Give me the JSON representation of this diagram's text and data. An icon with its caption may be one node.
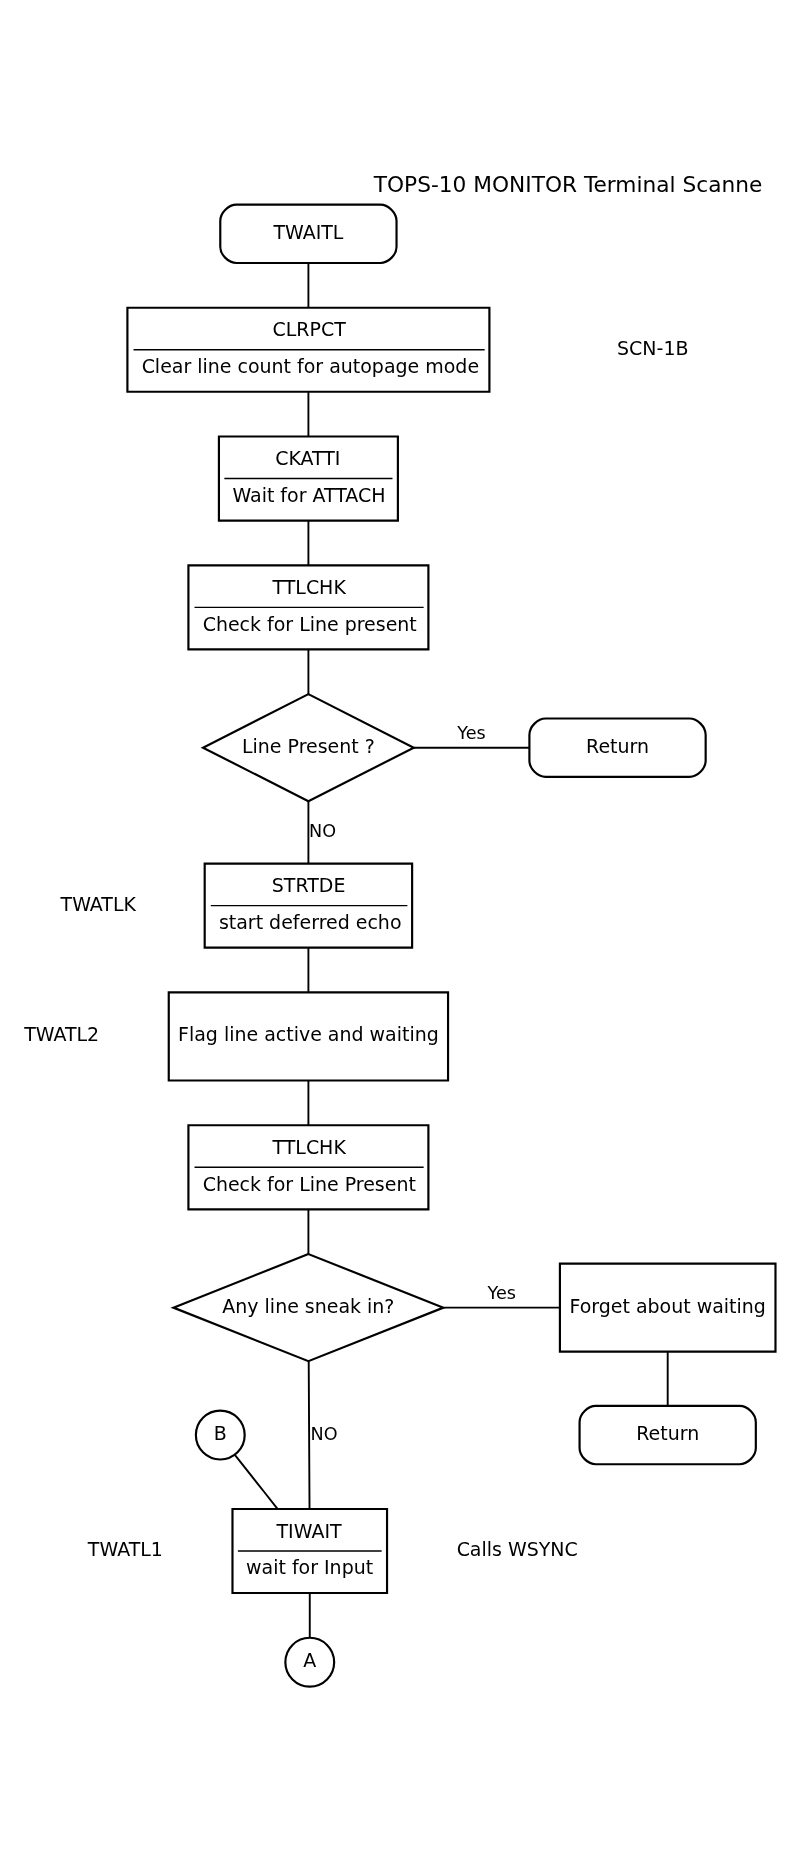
{
  "diagram": {
    "title": "TOPS-10 MONITOR Terminal Scanne",
    "nodes": [
      {
        "text": [
          "TWAITL"
        ]
      },
      {
        "text": [
          "CLRPCT",
          "Clear line count for autopage mode"
        ]
      },
      {
        "text": [
          "CKATTI",
          "Wait for ATTACH"
        ]
      },
      {
        "text": [
          "TTLCHK",
          "Check for Line present"
        ]
      },
      {
        "text": [
          "Line Present ?"
        ]
      },
      {
        "text": [
          "Return"
        ]
      },
      {
        "text": [
          "STRTDE",
          "start deferred echo"
        ],
        "beside": [
          "TWATLK"
        ]
      },
      {
        "text": [
          "Flag line active and waiting"
        ],
        "beside": [
          "TWATL2"
        ]
      },
      {
        "text": [
          "TTLCHK",
          "Check for Line Present"
        ]
      },
      {
        "text": [
          "Any line sneak in?"
        ]
      },
      {
        "text": [
          "Forget about waiting"
        ]
      },
      {
        "text": [
          "Return"
        ]
      },
      {
        "text": [
          "B"
        ]
      },
      {
        "text": [
          "TIWAIT",
          "wait for Input"
        ],
        "beside": [
          "TWATL1",
          "Calls WSYNC"
        ]
      },
      {
        "text": [
          "A"
        ]
      }
    ],
    "edges": [
      {
        "from": 0,
        "to": 1,
        "arrow": "none"
      },
      {
        "from": 1,
        "to": 2,
        "arrow": "none"
      },
      {
        "from": 2,
        "to": 3,
        "arrow": "none"
      },
      {
        "from": 3,
        "to": 4,
        "arrow": "none"
      },
      {
        "from": 4,
        "to": 5,
        "arrow": "none",
        "label": "Yes"
      },
      {
        "from": 4,
        "to": 6,
        "arrow": "none",
        "label": "NO"
      },
      {
        "from": 6,
        "to": 7,
        "arrow": "none"
      },
      {
        "from": 7,
        "to": 8,
        "arrow": "none"
      },
      {
        "from": 8,
        "to": 9,
        "arrow": "none"
      },
      {
        "from": 9,
        "to": 10,
        "arrow": "none",
        "label": "Yes"
      },
      {
        "from": 10,
        "to": 11,
        "arrow": "none"
      },
      {
        "from": 9,
        "to": 13,
        "arrow": "none",
        "label": "NO"
      },
      {
        "from": 12,
        "to": 13,
        "arrow": "none"
      },
      {
        "from": 13,
        "to": 14,
        "arrow": "none"
      }
    ],
    "labels": [
      "SCN-1B"
    ]
  }
}
